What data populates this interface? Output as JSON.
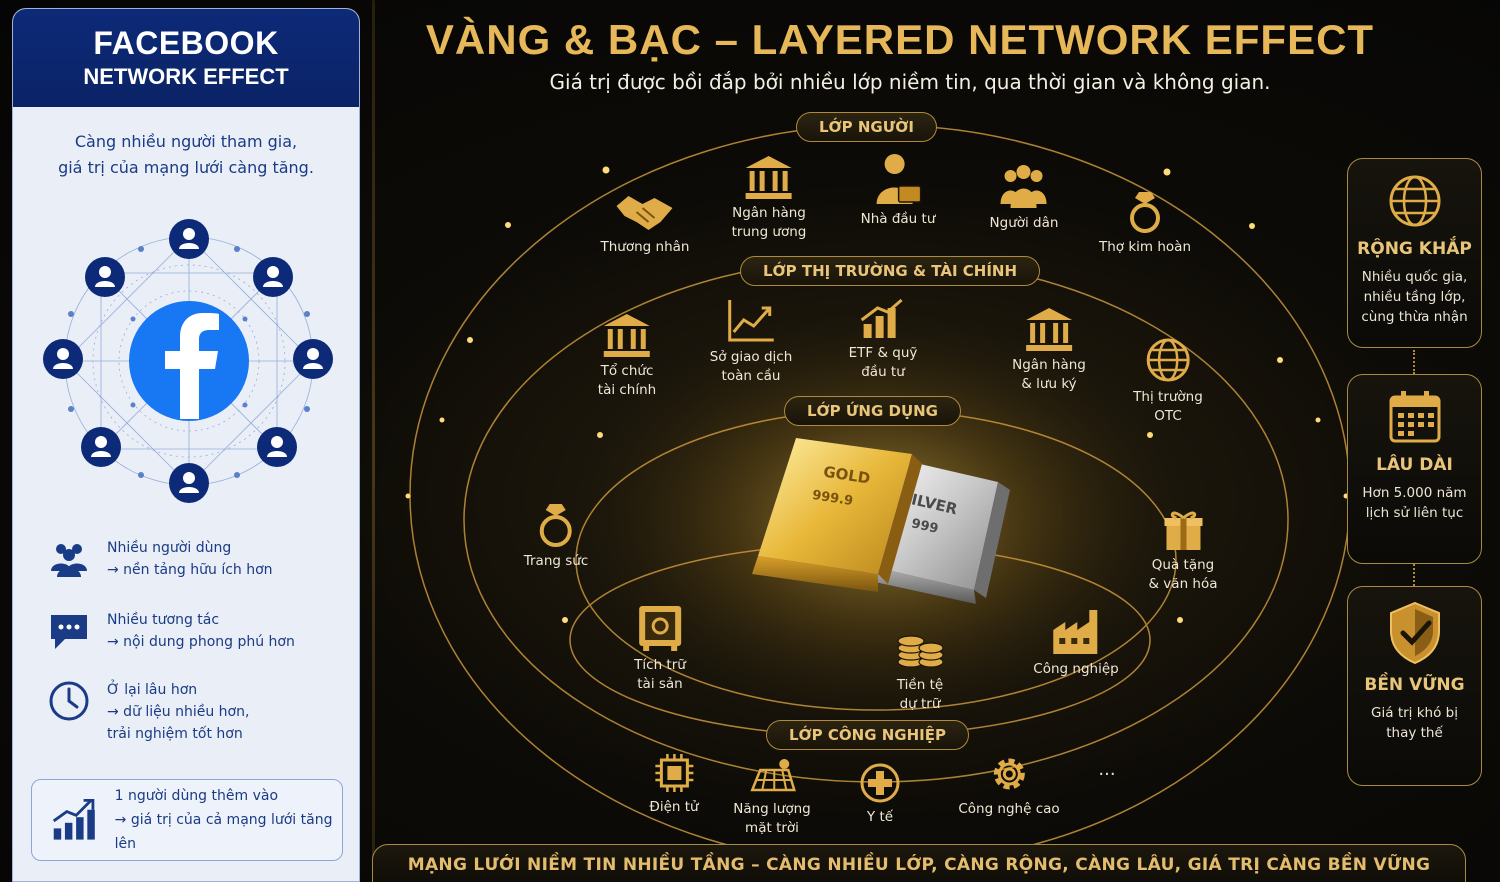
{
  "left": {
    "title1": "FACEBOOK",
    "title2": "NETWORK EFFECT",
    "intro_line1": "Càng nhiều người tham gia,",
    "intro_line2": "giá trị của mạng lưới càng tăng.",
    "features": [
      {
        "icon": "users-group-icon",
        "line1": "Nhiều người dùng",
        "line2": "→ nền tảng hữu ích hơn"
      },
      {
        "icon": "chat-bubble-icon",
        "line1": "Nhiều tương tác",
        "line2": "→ nội dung phong phú hơn"
      },
      {
        "icon": "clock-icon",
        "line1": "Ở lại lâu hơn",
        "line2": "→ dữ liệu nhiều hơn,",
        "line3": "trải nghiệm tốt hơn"
      }
    ],
    "callout_line1": "1 người dùng thêm vào",
    "callout_line2": "→ giá trị của cả mạng lưới tăng lên"
  },
  "main": {
    "title": "VÀNG & BẠC – LAYERED NETWORK EFFECT",
    "subtitle": "Giá trị được bồi đắp bởi nhiều lớp niềm tin, qua thời gian và không gian.",
    "layers": {
      "people": "LỚP NGƯỜI",
      "market": "LỚP THỊ TRƯỜNG & TÀI CHÍNH",
      "application": "LỚP ỨNG DỤNG",
      "industry": "LỚP CÔNG NGHIỆP"
    },
    "people_nodes": [
      {
        "icon": "handshake-icon",
        "line1": "Thương nhân"
      },
      {
        "icon": "bank-icon",
        "line1": "Ngân hàng",
        "line2": "trung ương"
      },
      {
        "icon": "investor-icon",
        "line1": "Nhà đầu tư"
      },
      {
        "icon": "people-icon",
        "line1": "Người dân"
      },
      {
        "icon": "ring-icon",
        "line1": "Thợ kim hoàn"
      }
    ],
    "market_nodes": [
      {
        "icon": "institution-icon",
        "line1": "Tổ chức",
        "line2": "tài chính"
      },
      {
        "icon": "chart-icon",
        "line1": "Sở giao dịch",
        "line2": "toàn cầu"
      },
      {
        "icon": "bar-chart-icon",
        "line1": "ETF & quỹ",
        "line2": "đầu tư"
      },
      {
        "icon": "bank-icon",
        "line1": "Ngân hàng",
        "line2": "& lưu ký"
      },
      {
        "icon": "globe-icon",
        "line1": "Thị trường",
        "line2": "OTC"
      }
    ],
    "application_nodes": [
      {
        "icon": "ring-icon",
        "line1": "Trang sức"
      },
      {
        "icon": "gift-icon",
        "line1": "Quà tặng",
        "line2": "& văn hóa"
      },
      {
        "icon": "safe-icon",
        "line1": "Tích trữ",
        "line2": "tài sản"
      },
      {
        "icon": "coins-icon",
        "line1": "Tiền tệ",
        "line2": "dự trữ"
      },
      {
        "icon": "factory-icon",
        "line1": "Công nghiệp"
      }
    ],
    "industry_nodes": [
      {
        "icon": "chip-icon",
        "line1": "Điện tử"
      },
      {
        "icon": "solar-icon",
        "line1": "Năng lượng",
        "line2": "mặt trời"
      },
      {
        "icon": "medical-icon",
        "line1": "Y tế"
      },
      {
        "icon": "gear-icon",
        "line1": "Công nghệ cao"
      },
      {
        "icon": "more-icon",
        "line1": "..."
      }
    ],
    "gold_bar": {
      "line1": "GOLD",
      "line2": "999.9"
    },
    "silver_bar": {
      "line1": "SILVER",
      "line2": "999"
    }
  },
  "right": [
    {
      "icon": "globe-icon",
      "title": "RỘNG KHẮP",
      "line1": "Nhiều quốc gia,",
      "line2": "nhiều tầng lớp,",
      "line3": "cùng thừa nhận"
    },
    {
      "icon": "calendar-icon",
      "title": "LÂU DÀI",
      "line1": "Hơn 5.000 năm",
      "line2": "lịch sử liên tục"
    },
    {
      "icon": "shield-check-icon",
      "title": "BỀN VỮNG",
      "line1": "Giá trị khó bị",
      "line2": "thay thế"
    }
  ],
  "banner": "MẠNG LƯỚI NIỀM TIN NHIỀU TẦNG – CÀNG NHIỀU LỚP, CÀNG RỘNG, CÀNG LÂU, GIÁ TRỊ CÀNG BỀN VỮNG",
  "colors": {
    "gold": "#e6b85a",
    "navy": "#0d2a78",
    "fb_blue": "#1877f2"
  }
}
